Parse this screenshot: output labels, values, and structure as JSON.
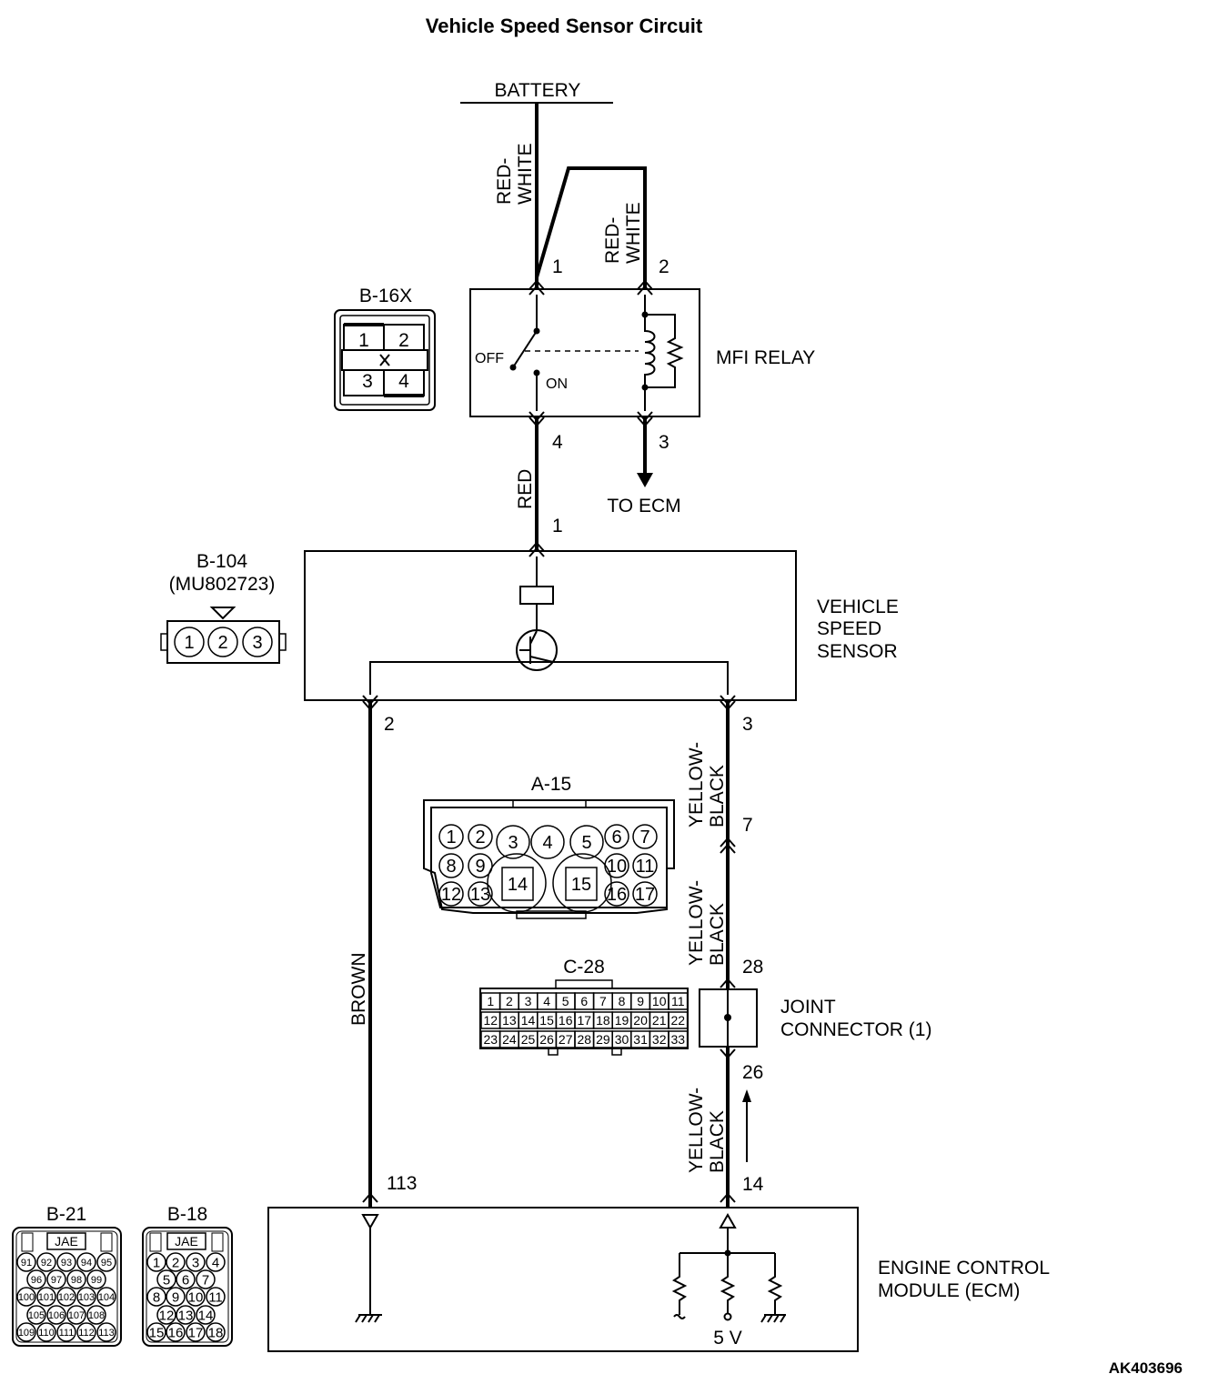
{
  "title": "Vehicle Speed Sensor Circuit",
  "figure_id": "AK403696",
  "battery": "BATTERY",
  "wires": {
    "red_white_a": [
      "RED-",
      "WHITE"
    ],
    "red_white_b": [
      "RED-",
      "WHITE"
    ],
    "red": "RED",
    "brown": "BROWN",
    "yellow_black_a": [
      "YELLOW-",
      "BLACK"
    ],
    "yellow_black_b": [
      "YELLOW-",
      "BLACK"
    ],
    "yellow_black_c": [
      "YELLOW-",
      "BLACK"
    ]
  },
  "relay": {
    "name": "MFI RELAY",
    "off": "OFF",
    "on": "ON",
    "to_ecm": "TO ECM",
    "pins": {
      "p1": "1",
      "p2": "2",
      "p3": "3",
      "p4": "4"
    }
  },
  "sensor": {
    "name": [
      "VEHICLE",
      "SPEED",
      "SENSOR"
    ],
    "pins": {
      "p1": "1",
      "p2": "2",
      "p3": "3"
    }
  },
  "joint": {
    "name": [
      "JOINT",
      "CONNECTOR (1)"
    ],
    "pins": {
      "p28": "28",
      "p26": "26"
    }
  },
  "ecm": {
    "name": [
      "ENGINE CONTROL",
      "MODULE (ECM)"
    ],
    "pins": {
      "p113": "113",
      "p14": "14"
    },
    "voltage": "5 V"
  },
  "junction_pin": "7",
  "connectors": {
    "b16x": {
      "label": "B-16X",
      "pins": [
        "1",
        "2",
        "3",
        "4"
      ]
    },
    "b104": {
      "label": "B-104",
      "part": "(MU802723)",
      "pins": [
        "1",
        "2",
        "3"
      ]
    },
    "a15": {
      "label": "A-15",
      "pins": [
        "1",
        "2",
        "3",
        "4",
        "5",
        "6",
        "7",
        "8",
        "9",
        "10",
        "11",
        "12",
        "13",
        "14",
        "15",
        "16",
        "17"
      ]
    },
    "c28": {
      "label": "C-28",
      "pins": [
        "1",
        "2",
        "3",
        "4",
        "5",
        "6",
        "7",
        "8",
        "9",
        "10",
        "11",
        "12",
        "13",
        "14",
        "15",
        "16",
        "17",
        "18",
        "19",
        "20",
        "21",
        "22",
        "23",
        "24",
        "25",
        "26",
        "27",
        "28",
        "29",
        "30",
        "31",
        "32",
        "33"
      ]
    },
    "b21": {
      "label": "B-21",
      "brand": "JAE",
      "pins": [
        "91",
        "92",
        "93",
        "94",
        "95",
        "96",
        "97",
        "98",
        "99",
        "100",
        "101",
        "102",
        "103",
        "104",
        "105",
        "106",
        "107",
        "108",
        "109",
        "110",
        "111",
        "112",
        "113"
      ]
    },
    "b18": {
      "label": "B-18",
      "brand": "JAE",
      "pins": [
        "1",
        "2",
        "3",
        "4",
        "5",
        "6",
        "7",
        "8",
        "9",
        "10",
        "11",
        "12",
        "13",
        "14",
        "15",
        "16",
        "17",
        "18"
      ]
    }
  }
}
